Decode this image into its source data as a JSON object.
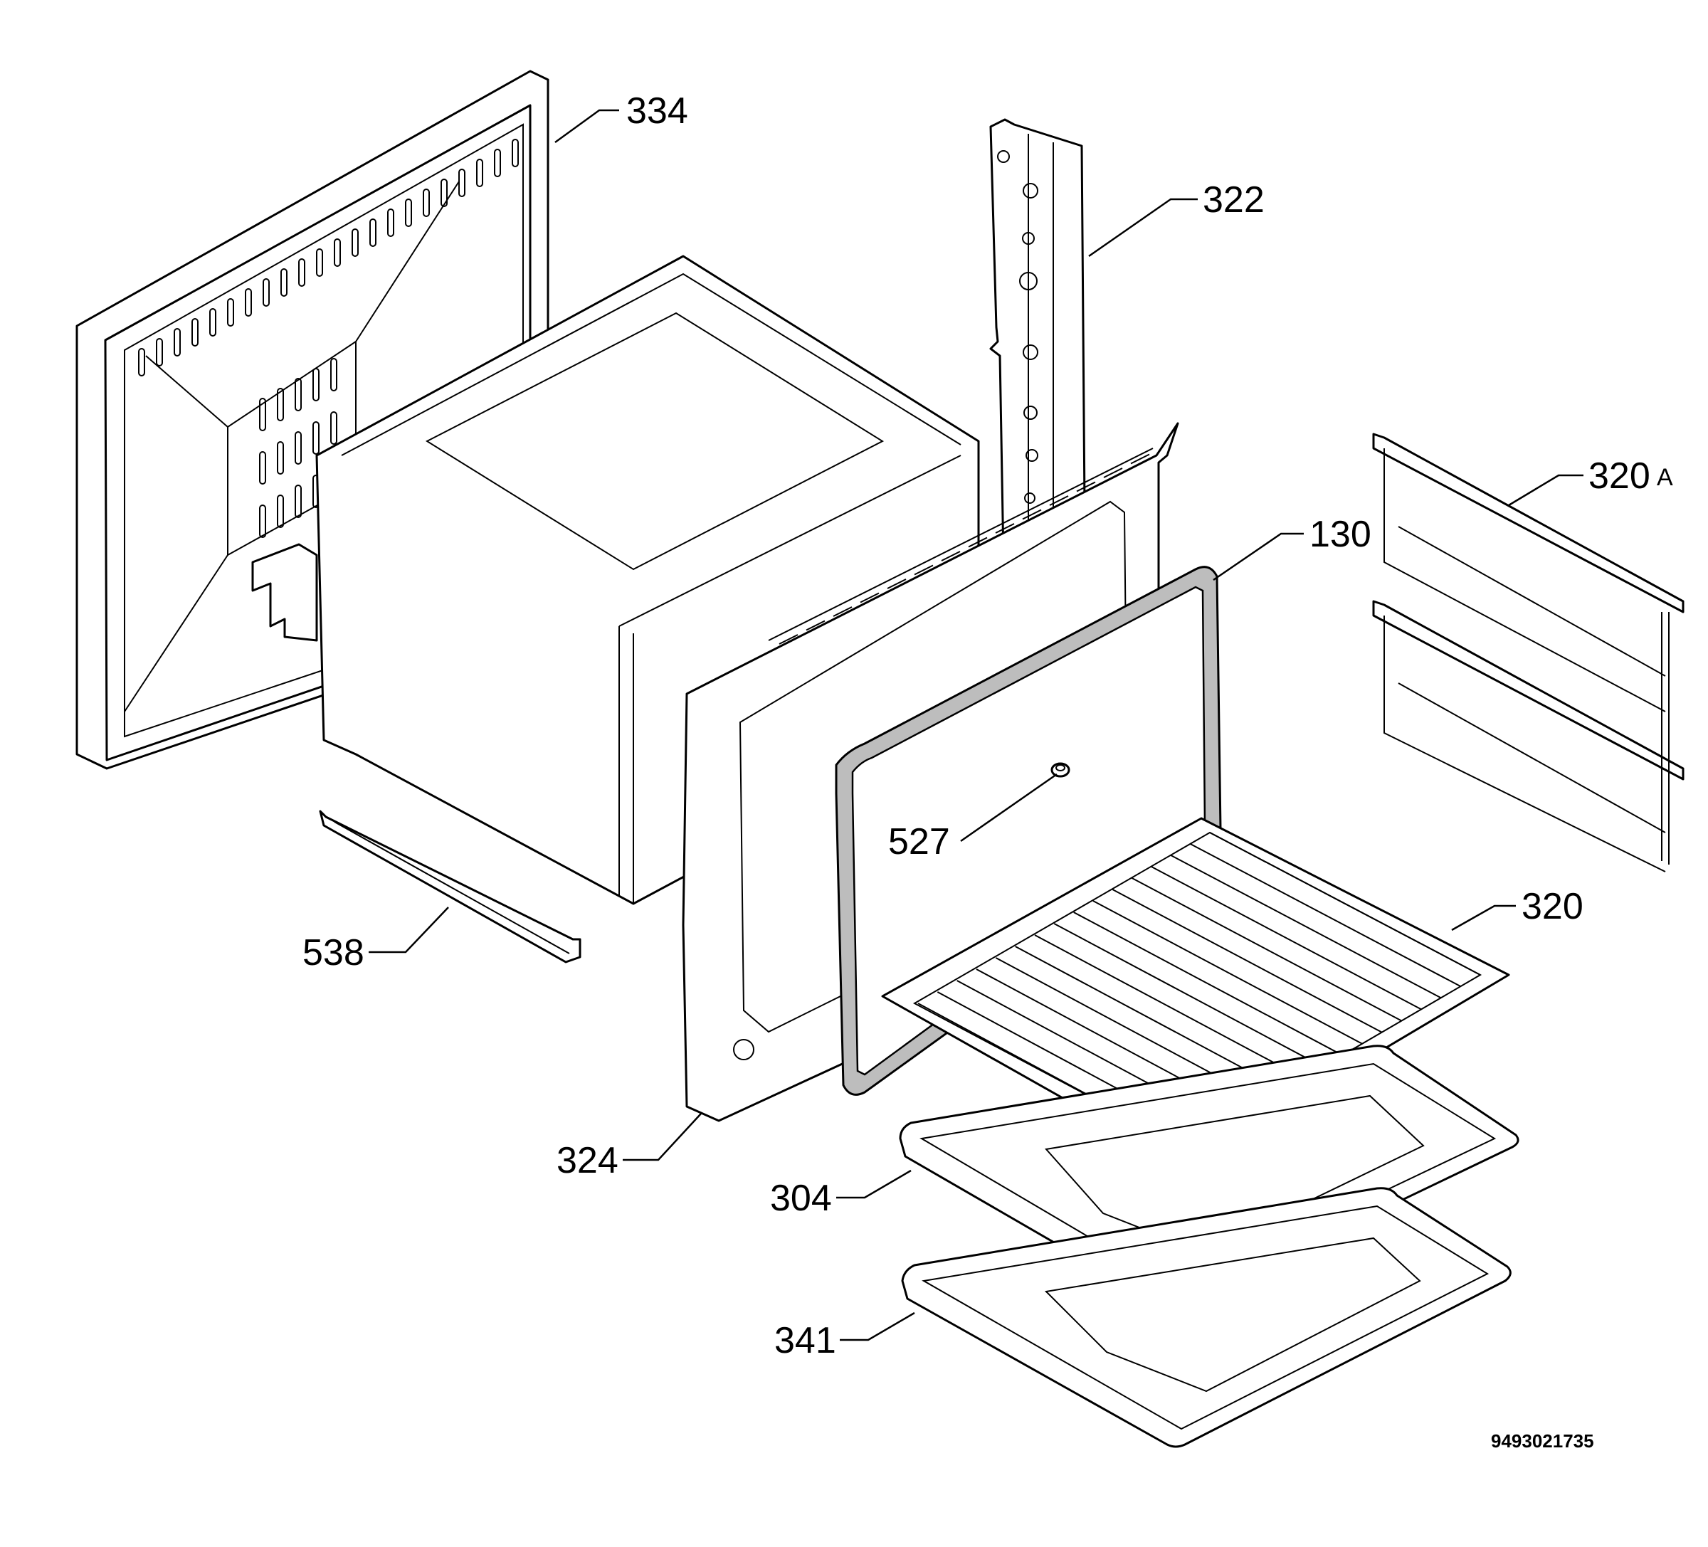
{
  "parts": [
    {
      "id": "p334",
      "number": "334"
    },
    {
      "id": "p322",
      "number": "322"
    },
    {
      "id": "p320a",
      "number": "320",
      "suffix": "A"
    },
    {
      "id": "p130",
      "number": "130"
    },
    {
      "id": "p527",
      "number": "527"
    },
    {
      "id": "p320",
      "number": "320"
    },
    {
      "id": "p538",
      "number": "538"
    },
    {
      "id": "p324",
      "number": "324"
    },
    {
      "id": "p304",
      "number": "304"
    },
    {
      "id": "p341",
      "number": "341"
    }
  ],
  "document_number": "9493021735"
}
